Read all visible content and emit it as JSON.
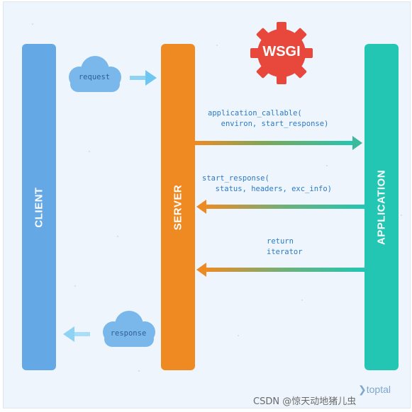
{
  "lanes": {
    "client": "CLIENT",
    "server": "SERVER",
    "application": "APPLICATION"
  },
  "badge": "WSGI",
  "clouds": {
    "request": "request",
    "response": "response"
  },
  "messages": {
    "call_line1": "application_callable(",
    "call_line2": "  environ, start_response)",
    "start_line1": "start_response(",
    "start_line2": "  status, headers, exc_info)",
    "return_line1": "return",
    "return_line2": "iterator"
  },
  "brand": "toptal",
  "watermark": "CSDN @惊天动地猪儿虫",
  "colors": {
    "client": "#64a9e6",
    "server": "#ef8a22",
    "application": "#22c6b3",
    "badge": "#e8473b",
    "cloud": "#7ab8ec",
    "text": "#2b7ac8"
  }
}
